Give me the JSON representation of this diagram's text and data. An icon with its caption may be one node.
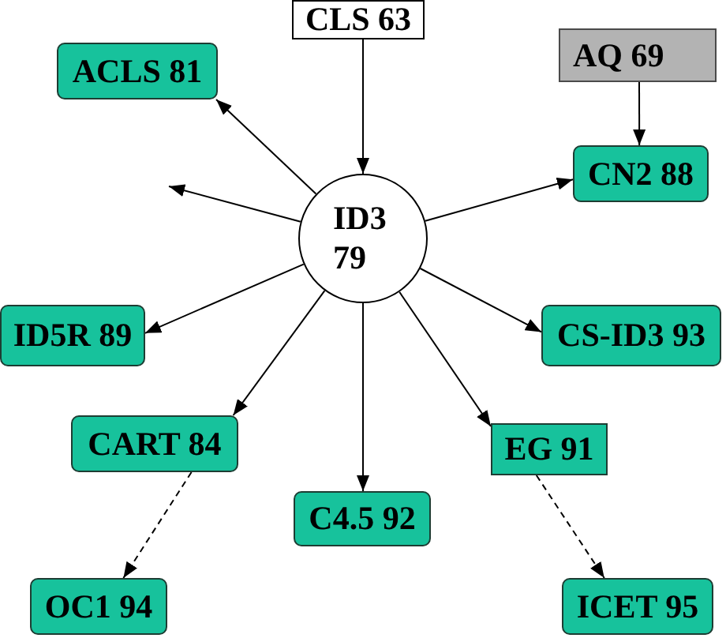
{
  "diagram": {
    "nodes": [
      {
        "text": [
          "CLS 63"
        ]
      },
      {
        "text": [
          "ACLS 81"
        ]
      },
      {
        "text": [
          "AQ 69"
        ]
      },
      {
        "text": [
          "CN2 88"
        ]
      },
      {
        "text": [
          "ID3 79"
        ]
      },
      {
        "text": [
          "ID5R 89"
        ]
      },
      {
        "text": [
          "CS-ID3 93"
        ]
      },
      {
        "text": [
          "CART 84"
        ]
      },
      {
        "text": [
          "EG 91"
        ]
      },
      {
        "text": [
          "C4.5 92"
        ]
      },
      {
        "text": [
          "OC1 94"
        ]
      },
      {
        "text": [
          "ICET 95"
        ]
      }
    ],
    "edges": [
      {
        "from": 0,
        "to": 4,
        "arrow": "to"
      },
      {
        "from": 2,
        "to": 3,
        "arrow": "to"
      },
      {
        "from": 4,
        "to": 1,
        "arrow": "to"
      },
      {
        "from": 4,
        "to": null,
        "arrow": "to"
      },
      {
        "from": 4,
        "to": 3,
        "arrow": "to"
      },
      {
        "from": 4,
        "to": 5,
        "arrow": "to"
      },
      {
        "from": 4,
        "to": 6,
        "arrow": "to"
      },
      {
        "from": 4,
        "to": 7,
        "arrow": "to"
      },
      {
        "from": 4,
        "to": 9,
        "arrow": "to"
      },
      {
        "from": 4,
        "to": 8,
        "arrow": "to"
      },
      {
        "from": 7,
        "to": 10,
        "arrow": "to",
        "style": "dashed"
      },
      {
        "from": 8,
        "to": 11,
        "arrow": "to",
        "style": "dashed"
      }
    ]
  }
}
